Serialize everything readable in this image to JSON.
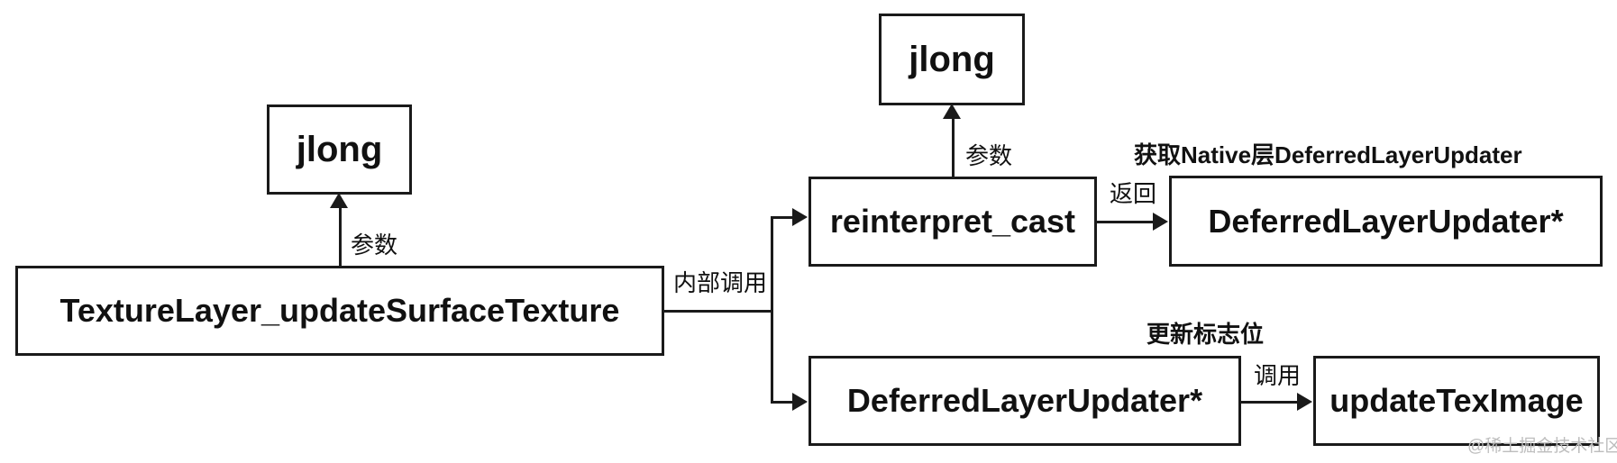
{
  "diagram": {
    "nodes": {
      "jlong_left": {
        "label": "jlong"
      },
      "texture_layer": {
        "label": "TextureLayer_updateSurfaceTexture"
      },
      "jlong_top": {
        "label": "jlong"
      },
      "reinterpret_cast": {
        "label": "reinterpret_cast"
      },
      "deferred_layer_updater_right": {
        "label": "DeferredLayerUpdater*"
      },
      "deferred_layer_updater_bottom": {
        "label": "DeferredLayerUpdater*"
      },
      "update_tex_image": {
        "label": "updateTexImage"
      }
    },
    "edge_labels": {
      "param_left": "参数",
      "param_top": "参数",
      "internal_call": "内部调用",
      "return": "返回",
      "call": "调用"
    },
    "captions": {
      "get_native_updater": "获取Native层DeferredLayerUpdater",
      "update_flag": "更新标志位"
    },
    "watermark": "@稀土掘金技术社区",
    "colors": {
      "line": "#1a1a1a",
      "text": "#111111",
      "watermark": "#bdbdbd",
      "background": "#ffffff"
    }
  }
}
